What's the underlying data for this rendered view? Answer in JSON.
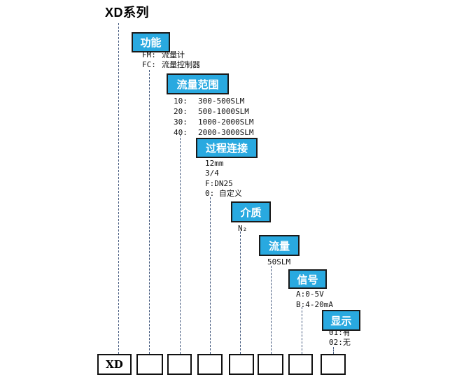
{
  "title": "XD系列",
  "colors": {
    "accent": "#29A9E0",
    "connector_line": "#44597E",
    "label_text": "#ffffff"
  },
  "branches": [
    {
      "label": "功能",
      "options": [
        {
          "code": "FM:",
          "value": "流量计"
        },
        {
          "code": "FC:",
          "value": "流量控制器"
        }
      ]
    },
    {
      "label": "流量范围",
      "options": [
        {
          "code": "10:",
          "value": "300-500SLM"
        },
        {
          "code": "20:",
          "value": "500-1000SLM"
        },
        {
          "code": "30:",
          "value": "1000-2000SLM"
        },
        {
          "code": "40:",
          "value": "2000-3000SLM"
        }
      ]
    },
    {
      "label": "过程连接",
      "options": [
        {
          "value": "12mm"
        },
        {
          "value": "3/4"
        },
        {
          "value": "F:DN25"
        },
        {
          "value": "0: 自定义"
        }
      ]
    },
    {
      "label": "介质",
      "options": [
        {
          "value": "N₂"
        }
      ]
    },
    {
      "label": "流量",
      "options": [
        {
          "value": "50SLM"
        }
      ]
    },
    {
      "label": "信号",
      "options": [
        {
          "value": "A:0-5V"
        },
        {
          "value": "B:4-20mA"
        }
      ]
    },
    {
      "label": "显示",
      "options": [
        {
          "value": "01:有"
        },
        {
          "value": "02:无"
        }
      ]
    }
  ],
  "code_boxes": [
    {
      "value": "XD"
    },
    {
      "value": ""
    },
    {
      "value": ""
    },
    {
      "value": ""
    },
    {
      "value": ""
    },
    {
      "value": ""
    },
    {
      "value": ""
    },
    {
      "value": ""
    }
  ]
}
